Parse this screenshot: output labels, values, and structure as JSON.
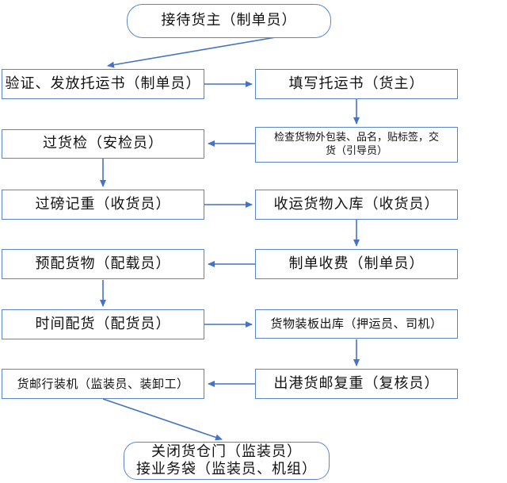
{
  "diagram": {
    "type": "flowchart",
    "colors": {
      "node_border": "#5b86c5",
      "connector": "#4472c4",
      "text": "#111111",
      "background": "#ffffff"
    },
    "nodes": {
      "reception": {
        "label": "接待货主（制单员）",
        "shape": "rounded"
      },
      "verify_issue": {
        "label": "验证、发放托运书（制单员）",
        "shape": "rect"
      },
      "fill_waybill": {
        "label": "填写托运书（货主）",
        "shape": "rect"
      },
      "security_check": {
        "label": "过货检（安检员）",
        "shape": "rect"
      },
      "inspect_package": {
        "lines": [
          "检查货物外包装、品名，贴标签，交",
          "货（引导员）"
        ],
        "shape": "rect"
      },
      "weigh_record": {
        "label": "过磅记重（收货员）",
        "shape": "rect"
      },
      "receive_storage": {
        "label": "收运货物入库（收货员）",
        "shape": "rect"
      },
      "pre_allocate": {
        "label": "预配货物（配载员）",
        "shape": "rect"
      },
      "billing_charge": {
        "label": "制单收费（制单员）",
        "shape": "rect"
      },
      "time_allocate": {
        "label": "时间配货（配货员）",
        "shape": "rect"
      },
      "pallet_out": {
        "label": "货物装板出库（押运员、司机）",
        "shape": "rect"
      },
      "loading_aircraft": {
        "label": "货邮行装机（监装员、装卸工）",
        "shape": "rect"
      },
      "reweigh": {
        "label": "出港货邮复重（复核员）",
        "shape": "rect"
      },
      "close_door": {
        "lines": [
          "关闭货仓门（监装员）",
          "接业务袋（监装员、机组）"
        ],
        "shape": "rounded"
      }
    },
    "edges": [
      {
        "from": "reception",
        "to": "verify_issue"
      },
      {
        "from": "verify_issue",
        "to": "fill_waybill"
      },
      {
        "from": "fill_waybill",
        "to": "inspect_package"
      },
      {
        "from": "inspect_package",
        "to": "security_check"
      },
      {
        "from": "security_check",
        "to": "weigh_record"
      },
      {
        "from": "weigh_record",
        "to": "receive_storage"
      },
      {
        "from": "receive_storage",
        "to": "billing_charge"
      },
      {
        "from": "billing_charge",
        "to": "pre_allocate"
      },
      {
        "from": "pre_allocate",
        "to": "time_allocate"
      },
      {
        "from": "time_allocate",
        "to": "pallet_out"
      },
      {
        "from": "pallet_out",
        "to": "reweigh"
      },
      {
        "from": "reweigh",
        "to": "loading_aircraft"
      },
      {
        "from": "loading_aircraft",
        "to": "close_door"
      }
    ]
  }
}
